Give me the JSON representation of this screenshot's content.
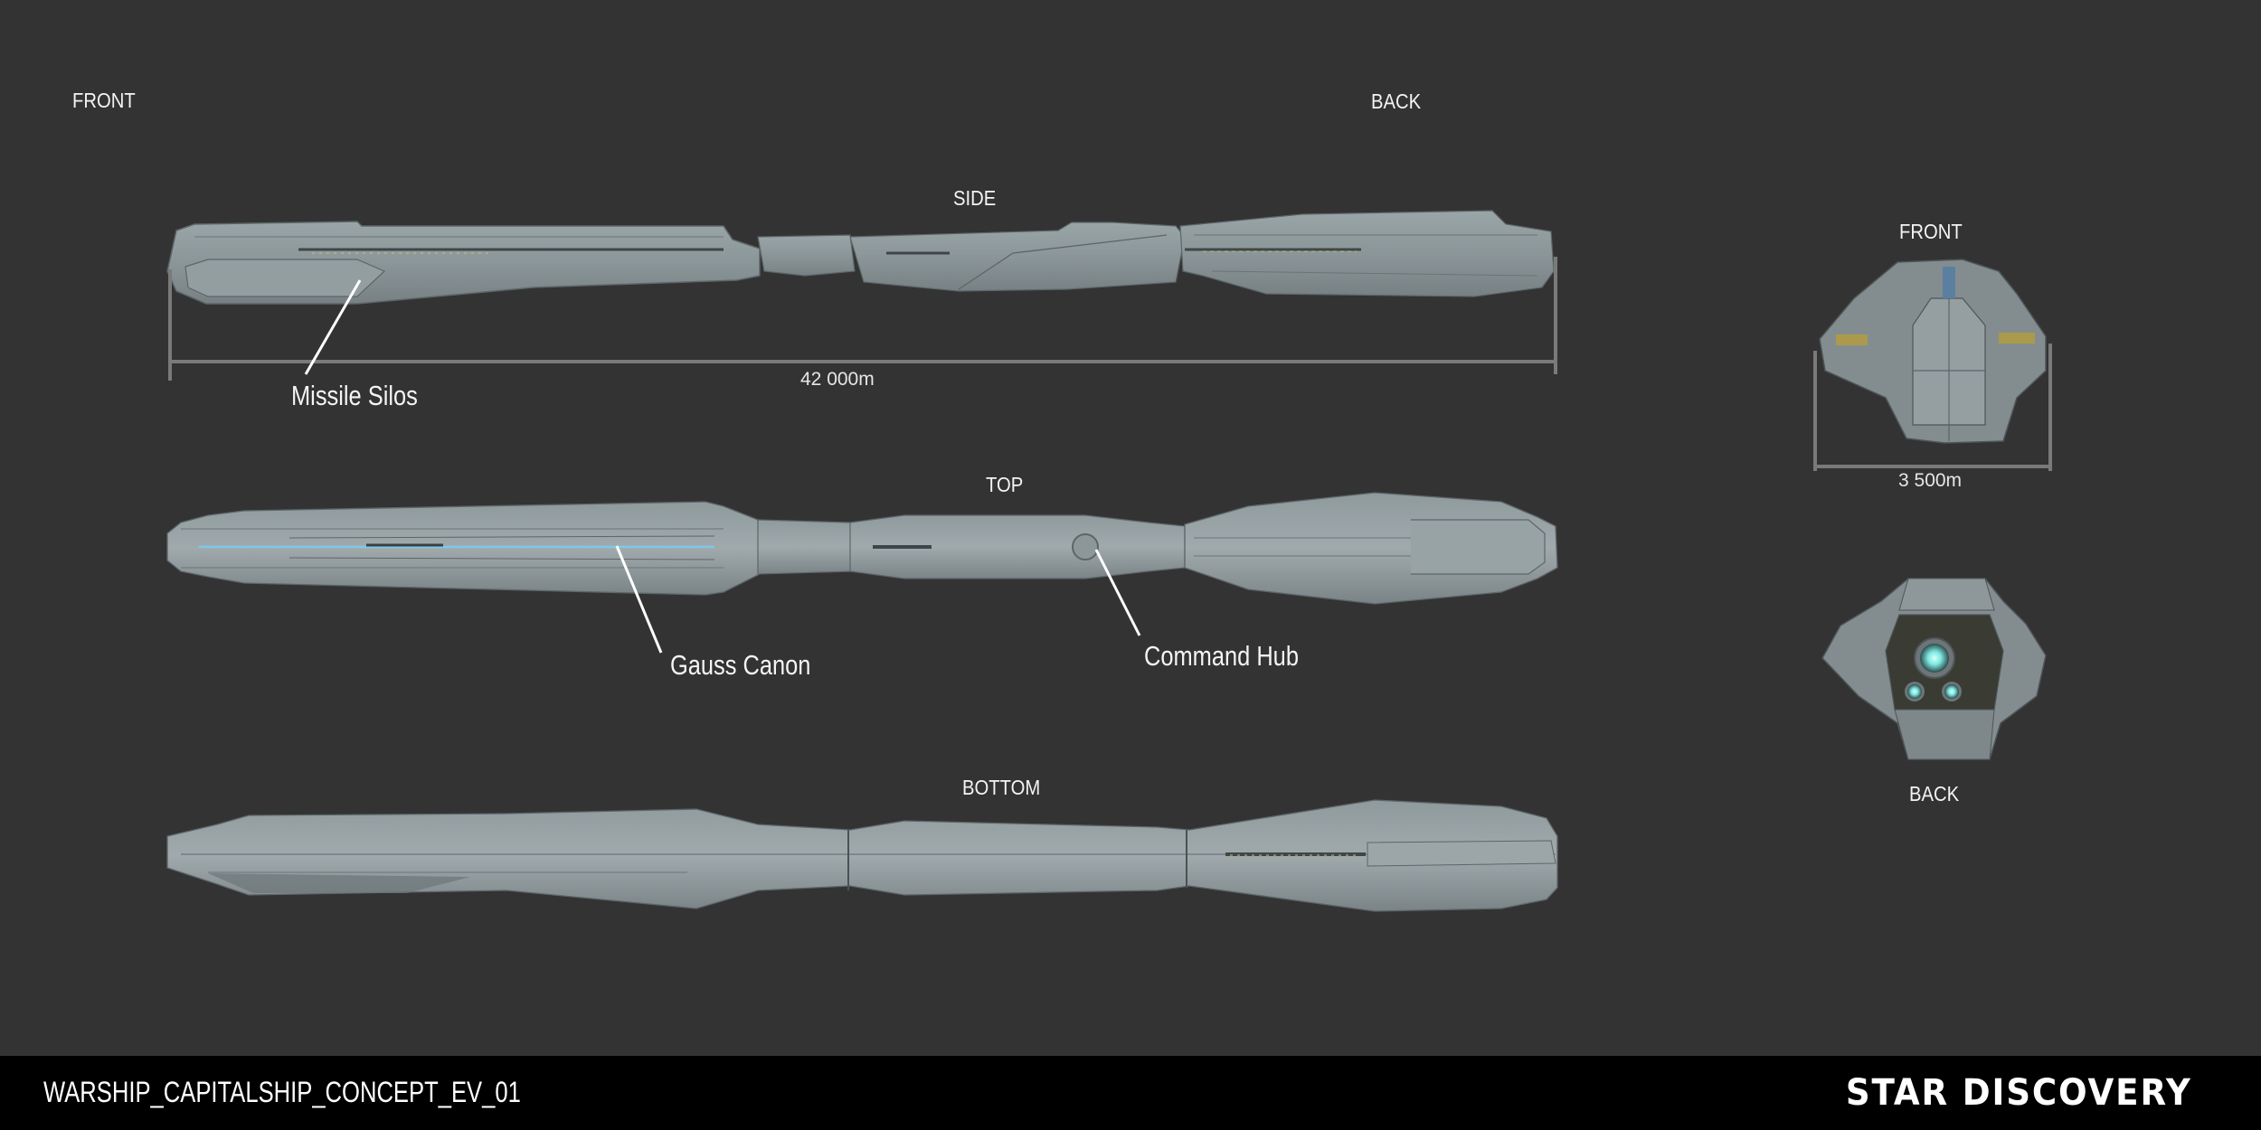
{
  "sheet": {
    "corner_labels": {
      "front": "FRONT",
      "back": "BACK"
    },
    "views": {
      "side": {
        "label": "SIDE",
        "dimension": "42 000m"
      },
      "top": {
        "label": "TOP"
      },
      "bottom": {
        "label": "BOTTOM"
      },
      "front": {
        "label": "FRONT",
        "dimension": "3 500m"
      },
      "back": {
        "label": "BACK"
      }
    },
    "callouts": {
      "missile_silos": "Missile Silos",
      "gauss_canon": "Gauss Canon",
      "command_hub": "Command Hub"
    },
    "colors": {
      "background": "#333333",
      "hull": "#8e999c",
      "hull_dark": "#6c7578",
      "dimension_line": "#7a7a7a",
      "gauss_glow": "#7fc8e8",
      "engine_glow": "#7de8e0",
      "footer": "#000000"
    }
  },
  "footer": {
    "title": "WARSHIP_CAPITALSHIP_CONCEPT_EV_01",
    "brand": "STAR DISCOVERY"
  }
}
